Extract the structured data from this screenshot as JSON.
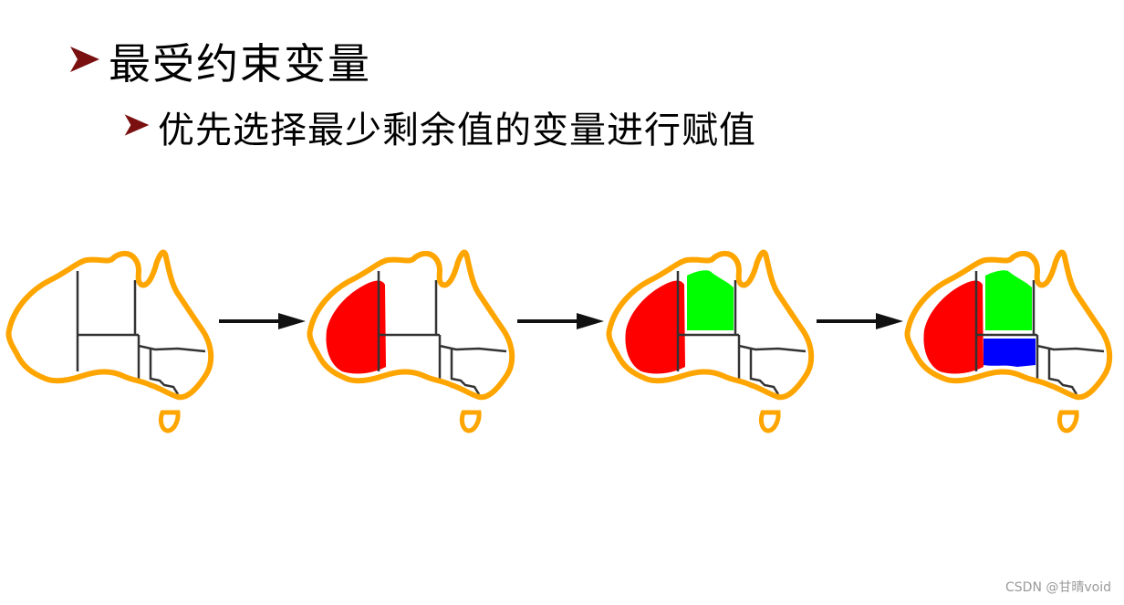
{
  "heading": {
    "bullet_icon": "right-arrowhead-icon",
    "bullet_color": "#7a1010",
    "text": "最受约束变量"
  },
  "subheading": {
    "bullet_icon": "right-arrowhead-icon",
    "bullet_color": "#7a1010",
    "text": "优先选择最少剩余值的变量进行赋值"
  },
  "map_sequence": {
    "outline_color": "#ffa500",
    "border_color": "#333333",
    "arrow_icon": "right-arrow-icon",
    "maps": [
      {
        "filled_regions": []
      },
      {
        "filled_regions": [
          {
            "region": "western",
            "color": "#ff0000"
          }
        ]
      },
      {
        "filled_regions": [
          {
            "region": "western",
            "color": "#ff0000"
          },
          {
            "region": "northern",
            "color": "#00ff00"
          }
        ]
      },
      {
        "filled_regions": [
          {
            "region": "western",
            "color": "#ff0000"
          },
          {
            "region": "northern",
            "color": "#00ff00"
          },
          {
            "region": "central",
            "color": "#0000ff"
          }
        ]
      }
    ]
  },
  "watermark": "CSDN @甘晴void"
}
